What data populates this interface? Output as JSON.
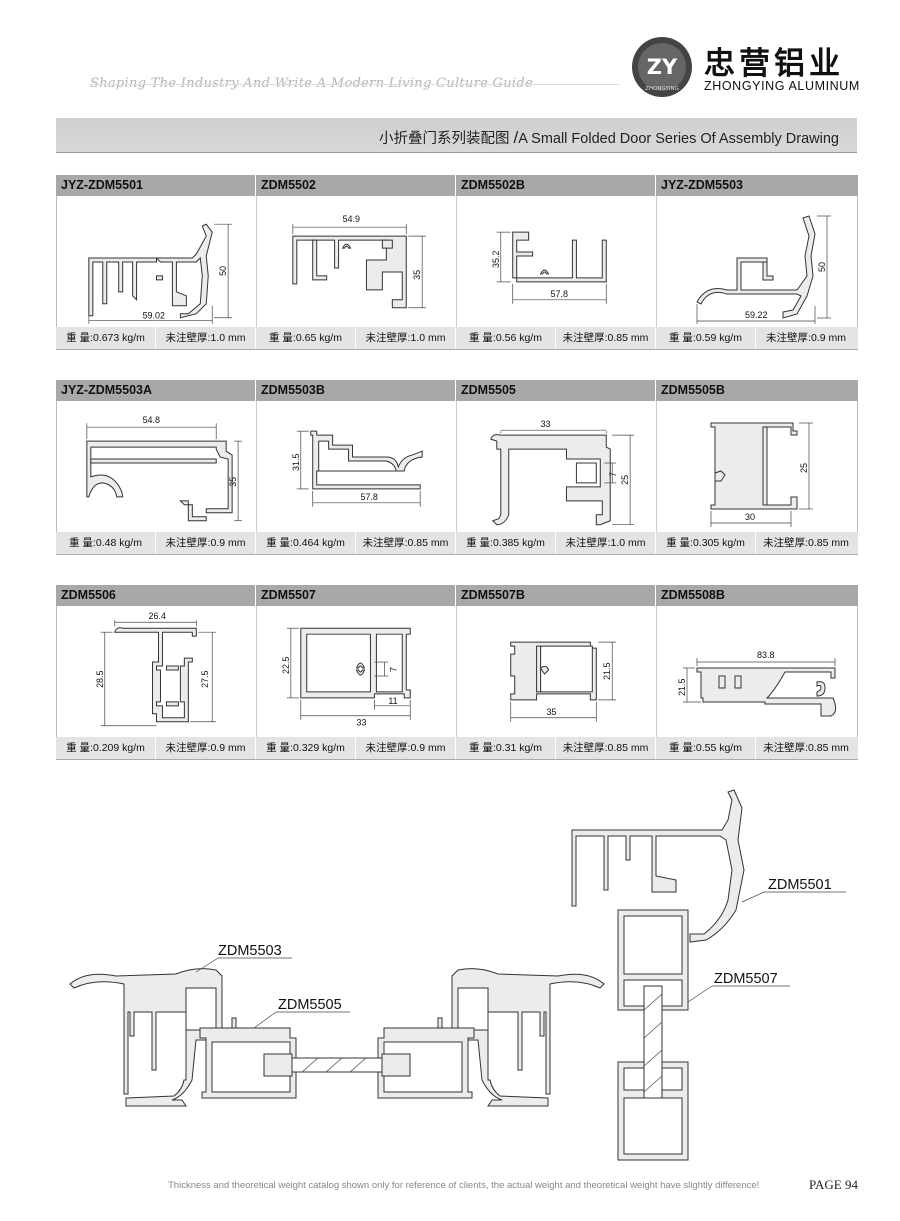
{
  "header": {
    "slogan": "Shaping The Industry And Write A Modern Living Culture Guide",
    "logo_text": "ZY",
    "logo_ring_text": "ZHONGYING",
    "brand_cn": "忠营铝业",
    "brand_en": "ZHONGYING  ALUMINUM"
  },
  "title": {
    "cn": "小折叠门系列装配图",
    "sep": "/",
    "en": "A Small Folded Door Series Of Assembly Drawing"
  },
  "weight_label": "重  量:",
  "thickness_label": "未注壁厚:",
  "products": [
    {
      "code": "JYZ-ZDM5501",
      "weight": "0.673 kg/m",
      "thickness": "1.0 mm",
      "dims": [
        "50",
        "59.02"
      ]
    },
    {
      "code": "ZDM5502",
      "weight": "0.65 kg/m",
      "thickness": "1.0 mm",
      "dims": [
        "54.9",
        "35"
      ]
    },
    {
      "code": "ZDM5502B",
      "weight": "0.56 kg/m",
      "thickness": "0.85 mm",
      "dims": [
        "35.2",
        "57.8"
      ]
    },
    {
      "code": "JYZ-ZDM5503",
      "weight": "0.59 kg/m",
      "thickness": "0.9 mm",
      "dims": [
        "50",
        "59.22"
      ]
    },
    {
      "code": "JYZ-ZDM5503A",
      "weight": "0.48 kg/m",
      "thickness": "0.9 mm",
      "dims": [
        "54.8",
        "35"
      ]
    },
    {
      "code": "ZDM5503B",
      "weight": "0.464 kg/m",
      "thickness": "0.85 mm",
      "dims": [
        "31.5",
        "57.8"
      ]
    },
    {
      "code": "ZDM5505",
      "weight": "0.385 kg/m",
      "thickness": "1.0 mm",
      "dims": [
        "33",
        "7",
        "25"
      ]
    },
    {
      "code": "ZDM5505B",
      "weight": "0.305 kg/m",
      "thickness": "0.85 mm",
      "dims": [
        "25",
        "30"
      ]
    },
    {
      "code": "ZDM5506",
      "weight": "0.209 kg/m",
      "thickness": "0.9 mm",
      "dims": [
        "26.4",
        "28.5",
        "27.5"
      ]
    },
    {
      "code": "ZDM5507",
      "weight": "0.329 kg/m",
      "thickness": "0.9 mm",
      "dims": [
        "22.5",
        "7",
        "33",
        "11"
      ]
    },
    {
      "code": "ZDM5507B",
      "weight": "0.31 kg/m",
      "thickness": "0.85 mm",
      "dims": [
        "21.5",
        "35"
      ]
    },
    {
      "code": "ZDM5508B",
      "weight": "0.55 kg/m",
      "thickness": "0.85 mm",
      "dims": [
        "83.8",
        "21.5"
      ]
    }
  ],
  "assembly_labels": {
    "a": "ZDM5503",
    "b": "ZDM5505",
    "c": "ZDM5501",
    "d": "ZDM5507"
  },
  "footer": {
    "note": "Thickness and theoretical weight catalog shown only for reference of clients, the actual weight and theoretical weight have slightly difference!",
    "page": "PAGE  94"
  }
}
